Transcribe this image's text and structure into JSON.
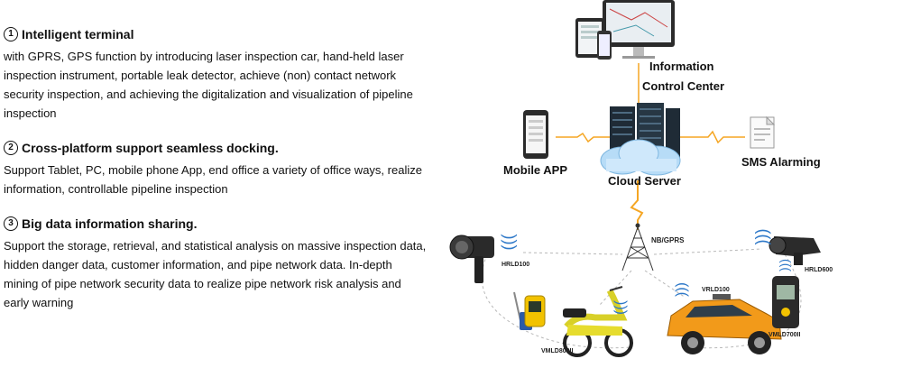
{
  "sections": [
    {
      "number": "1",
      "title": "Intelligent terminal",
      "body": "with GPRS, GPS function by introducing laser inspection car, hand-held laser inspection instrument, portable leak detector, achieve (non) contact network security inspection, and achieving the digitalization and visualization of pipeline inspection"
    },
    {
      "number": "2",
      "title": "Cross-platform support seamless docking.",
      "body": " Support Tablet, PC, mobile phone App, end office a variety of office ways, realize information, controllable pipeline inspection"
    },
    {
      "number": "3",
      "title": "Big data information sharing.",
      "body": " Support the storage, retrieval, and statistical analysis on massive inspection data, hidden danger data, customer information, and pipe network data. In-depth mining of pipe network security data to realize pipe network risk analysis and early warning"
    }
  ],
  "diagram": {
    "info_center_line1": "Information",
    "info_center_line2": "Control Center",
    "mobile_app": "Mobile APP",
    "sms": "SMS Alarming",
    "cloud": "Cloud Server",
    "tower": "NB/GPRS",
    "devices": {
      "hrld100": "HRLD100",
      "hrld600": "HRLD600",
      "vrld100": "VRLD100",
      "vmld800": "VMLD800II",
      "vmld700": "VMLD700II"
    }
  },
  "colors": {
    "accent_link": "#f5a623",
    "cloud": "#9fd0f5",
    "car": "#f29a1a",
    "dash": "#b0b0b0"
  }
}
